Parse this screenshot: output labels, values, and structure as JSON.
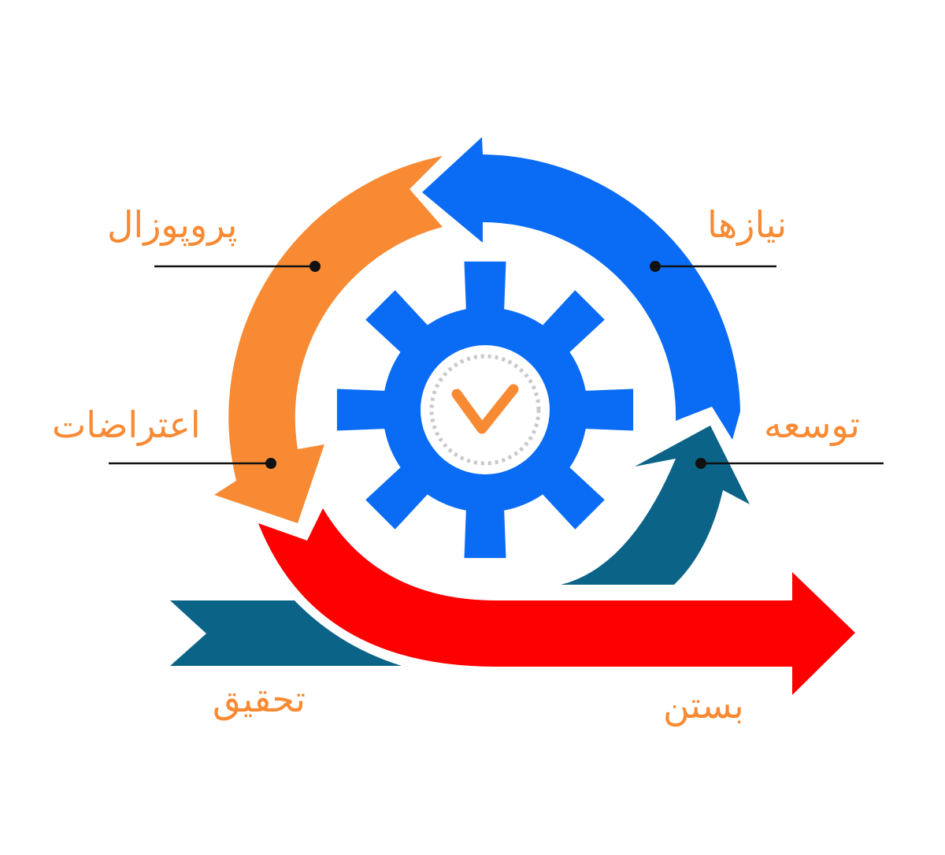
{
  "diagram": {
    "stages": [
      {
        "id": "needs",
        "label": "نیازها"
      },
      {
        "id": "proposal",
        "label": "پروپوزال"
      },
      {
        "id": "objections",
        "label": "اعتراضات"
      },
      {
        "id": "development",
        "label": "توسعه"
      },
      {
        "id": "research",
        "label": "تحقیق"
      },
      {
        "id": "closing",
        "label": "بستن"
      }
    ],
    "center_icon": "gear-with-checkmark-icon"
  },
  "colors": {
    "blue": "#0a6cf5",
    "orange": "#f78a33",
    "red": "#ff0000",
    "teal": "#0b6487",
    "label": "#f78a33",
    "leader": "#111111",
    "background": "#ffffff"
  }
}
